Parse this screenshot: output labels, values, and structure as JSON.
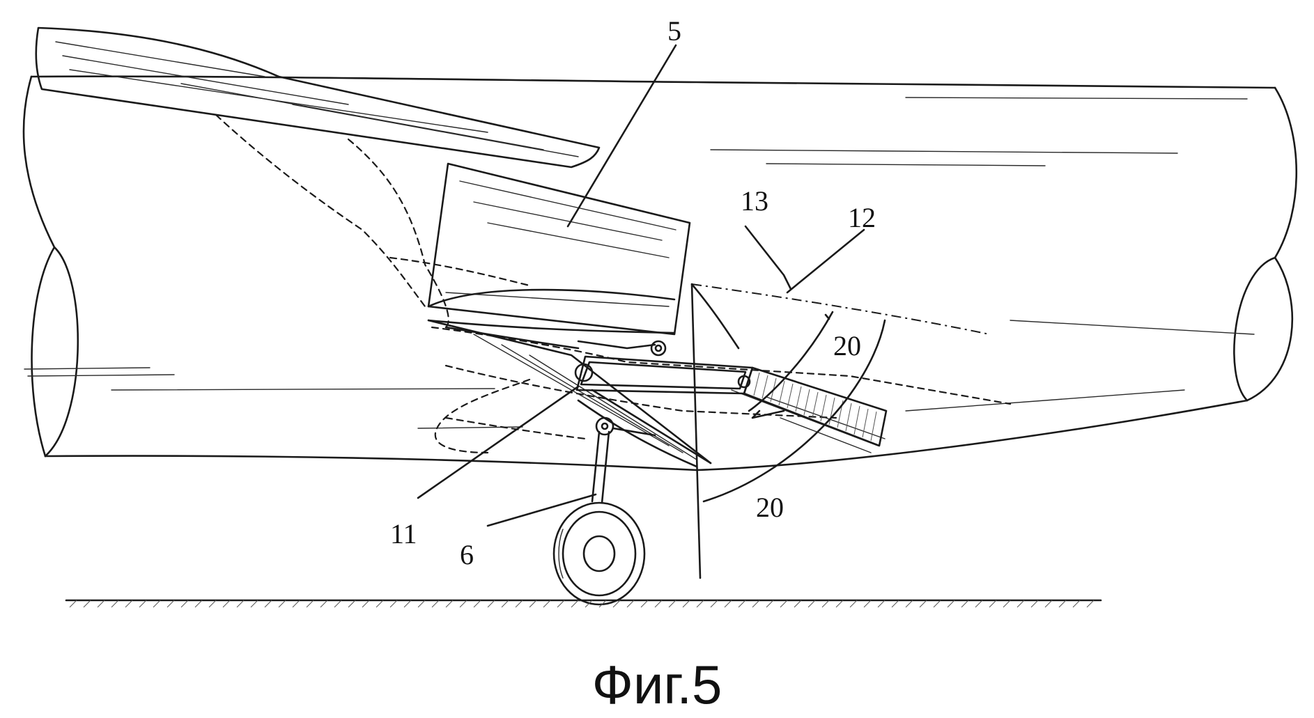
{
  "labels": {
    "part_5": "5",
    "part_13": "13",
    "part_12": "12",
    "angle_20_upper": "20",
    "angle_20_lower": "20",
    "part_11": "11",
    "part_6": "6"
  },
  "caption": "Фиг.5"
}
